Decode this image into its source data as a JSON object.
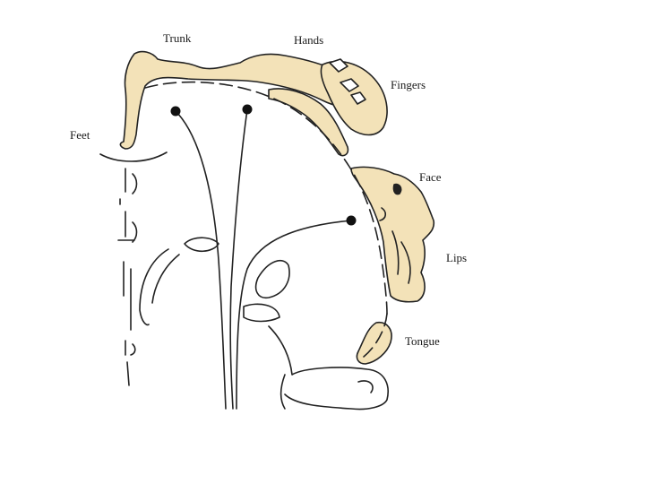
{
  "labels": {
    "trunk": "Trunk",
    "hands": "Hands",
    "fingers": "Fingers",
    "feet": "Feet",
    "face": "Face",
    "lips": "Lips",
    "tongue": "Tongue"
  },
  "colors": {
    "body_fill": "#f3e2b8",
    "outline": "#222222",
    "background": "#ffffff"
  }
}
